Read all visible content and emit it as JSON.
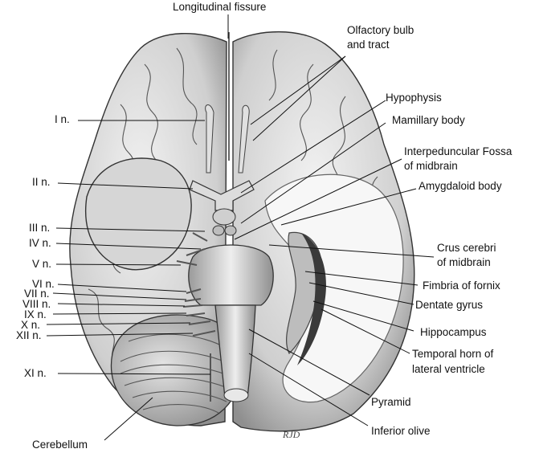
{
  "labels": {
    "longitudinal_fissure": "Longitudinal fissure",
    "olfactory_bulb_1": "Olfactory bulb",
    "olfactory_bulb_2": "and tract",
    "hypophysis": "Hypophysis",
    "mamillary_body": "Mamillary body",
    "interpeduncular_1": "Interpeduncular Fossa",
    "interpeduncular_2": "of midbrain",
    "amygdaloid_body": "Amygdaloid body",
    "crus_cerebri_1": "Crus cerebri",
    "crus_cerebri_2": "of midbrain",
    "fimbria_of_fornix": "Fimbria of fornix",
    "dentate_gyrus": "Dentate gyrus",
    "hippocampus": "Hippocampus",
    "temporal_horn_1": "Temporal horn of",
    "temporal_horn_2": "lateral ventricle",
    "pyramid": "Pyramid",
    "inferior_olive": "Inferior olive",
    "cerebellum": "Cerebellum",
    "n1": "I n.",
    "n2": "II n.",
    "n3": "III n.",
    "n4": "IV n.",
    "n5": "V n.",
    "n6": "VI n.",
    "n7": "VII n.",
    "n8": "VIII n.",
    "n9": "IX n.",
    "n10": "X n.",
    "n12": "XII n.",
    "n11": "XI n."
  },
  "signature": "RJD"
}
